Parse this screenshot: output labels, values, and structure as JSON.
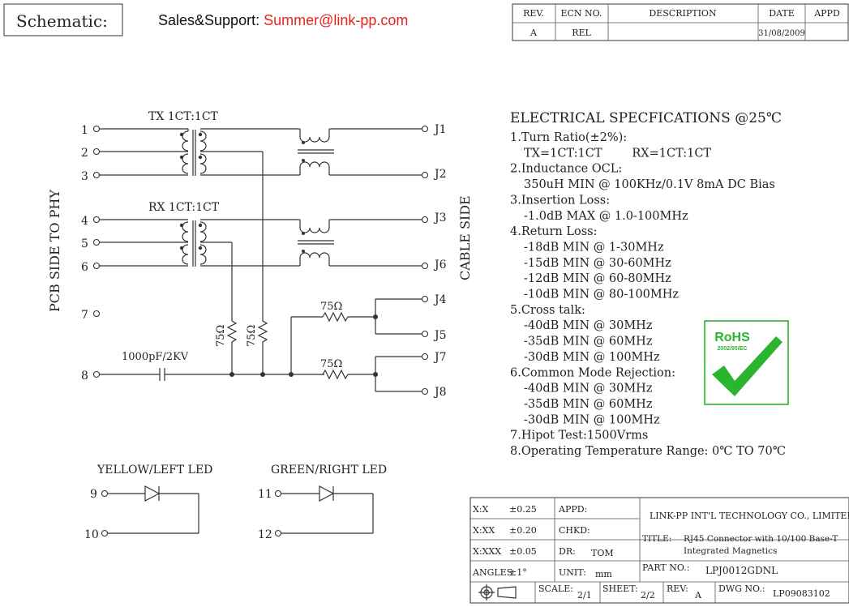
{
  "header": {
    "schematic_label": "Schematic:",
    "sales_prefix": "Sales&Support: ",
    "sales_email": "Summer@link-pp.com",
    "email_color": "#e8231c",
    "revision_table": {
      "headers": [
        "REV.",
        "ECN NO.",
        "DESCRIPTION",
        "DATE",
        "APPD"
      ],
      "row": [
        "A",
        "REL",
        "",
        "31/08/2009",
        ""
      ]
    }
  },
  "schematic": {
    "tx_label": "TX 1CT:1CT",
    "rx_label": "RX 1CT:1CT",
    "left_side_label": "PCB SIDE TO PHY",
    "right_side_label": "CABLE SIDE",
    "pins_left": [
      "1",
      "2",
      "3",
      "4",
      "5",
      "6",
      "7",
      "8"
    ],
    "pins_right": [
      "J1",
      "J2",
      "J3",
      "J6",
      "J4",
      "J5",
      "J7",
      "J8"
    ],
    "resistor_labels": [
      "75Ω",
      "75Ω",
      "75Ω",
      "75Ω"
    ],
    "capacitor_label": "1000pF/2KV"
  },
  "leds": {
    "yellow_label": "YELLOW/LEFT LED",
    "green_label": "GREEN/RIGHT LED",
    "yellow_pins": [
      "9",
      "10"
    ],
    "green_pins": [
      "11",
      "12"
    ]
  },
  "specs": {
    "title": "ELECTRICAL SPECFICATIONS @25℃",
    "lines": [
      "1.Turn Ratio(±2%):",
      "  TX=1CT:1CT        RX=1CT:1CT",
      "2.Inductance OCL:",
      "  350uH MIN @ 100KHz/0.1V 8mA DC Bias",
      "3.Insertion Loss:",
      "  -1.0dB MAX @ 1.0-100MHz",
      "4.Return Loss:",
      "  -18dB MIN @ 1-30MHz",
      "  -15dB MIN @ 30-60MHz",
      "  -12dB MIN @ 60-80MHz",
      "  -10dB MIN @ 80-100MHz",
      "5.Cross talk:",
      "  -40dB MIN @ 30MHz",
      "  -35dB MIN @ 60MHz",
      "  -30dB MIN @ 100MHz",
      "6.Common Mode Rejection:",
      "  -40dB MIN @ 30MHz",
      "  -35dB MIN @ 60MHz",
      "  -30dB MIN @ 100MHz",
      "7.Hipot Test:1500Vrms",
      "8.Operating Temperature Range: 0℃ TO 70℃"
    ]
  },
  "rohs": {
    "label": "RoHS",
    "directive": "2002/95/EC",
    "color": "#2bb52f"
  },
  "title_block": {
    "tolerances": [
      {
        "key": "X:X",
        "value": "±0.25"
      },
      {
        "key": "X:XX",
        "value": "±0.20"
      },
      {
        "key": "X:XXX",
        "value": "±0.05"
      },
      {
        "key": "ANGLES",
        "value": "±1°"
      }
    ],
    "appd_label": "APPD:",
    "chkd_label": "CHKD:",
    "dr_label": "DR:",
    "dr_value": "TOM",
    "unit_label": "UNIT:",
    "unit_value": "mm",
    "company": "LINK-PP INT'L TECHNOLOGY CO., LIMITED",
    "title_label": "TITLE:",
    "title_line1": "RJ45 Connector with 10/100 Base-T",
    "title_line2": "Integrated Magnetics",
    "part_label": "PART NO.:",
    "part_value": "LPJ0012GDNL",
    "scale_label": "SCALE:",
    "scale_value": "2/1",
    "sheet_label": "SHEET:",
    "sheet_value": "2/2",
    "rev_label": "REV:",
    "rev_value": "A",
    "dwg_label": "DWG NO.:",
    "dwg_value": "LP09083102"
  }
}
